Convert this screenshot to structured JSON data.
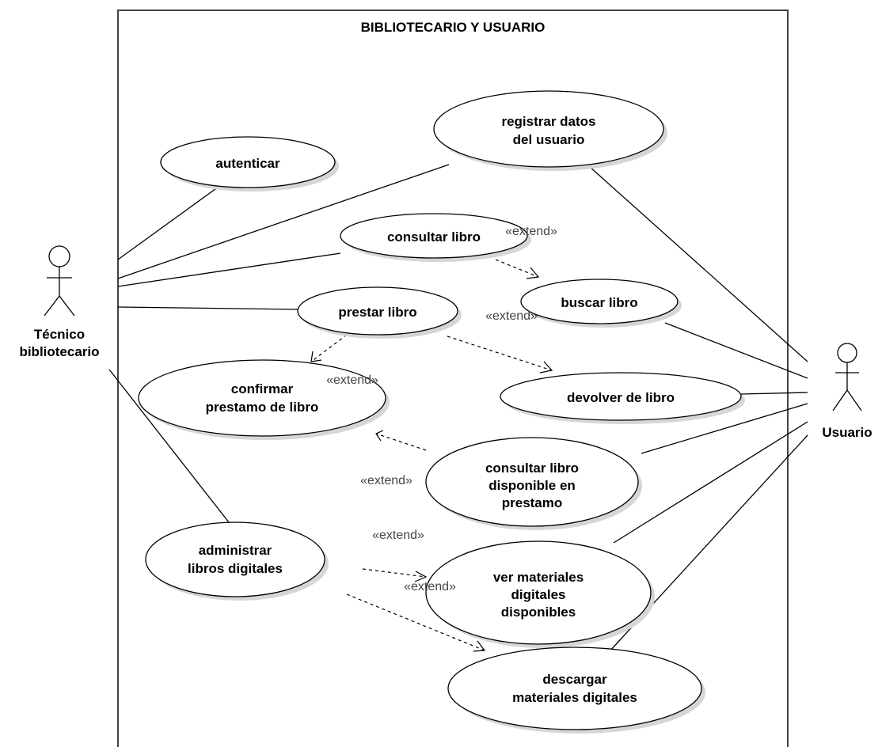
{
  "system": {
    "title": "BIBLIOTECARIO Y USUARIO"
  },
  "actors": {
    "tecnico": {
      "line1": "Técnico",
      "line2": "bibliotecario"
    },
    "usuario": {
      "label": "Usuario"
    }
  },
  "use_cases": {
    "autenticar": [
      "autenticar"
    ],
    "registrar": [
      "registrar datos",
      "del usuario"
    ],
    "consultar_libro": [
      "consultar libro"
    ],
    "buscar_libro": [
      "buscar libro"
    ],
    "prestar_libro": [
      "prestar libro"
    ],
    "devolver_libro": [
      "devolver de libro"
    ],
    "confirmar_prestamo": [
      "confirmar",
      "prestamo de libro"
    ],
    "consultar_disponible": [
      "consultar libro",
      "disponible en",
      "prestamo"
    ],
    "administrar_digitales": [
      "administrar",
      "libros digitales"
    ],
    "ver_materiales": [
      "ver materiales",
      "digitales",
      "disponibles"
    ],
    "descargar_materiales": [
      "descargar",
      "materiales digitales"
    ]
  },
  "relationships": {
    "stereotype": "«extend»"
  }
}
